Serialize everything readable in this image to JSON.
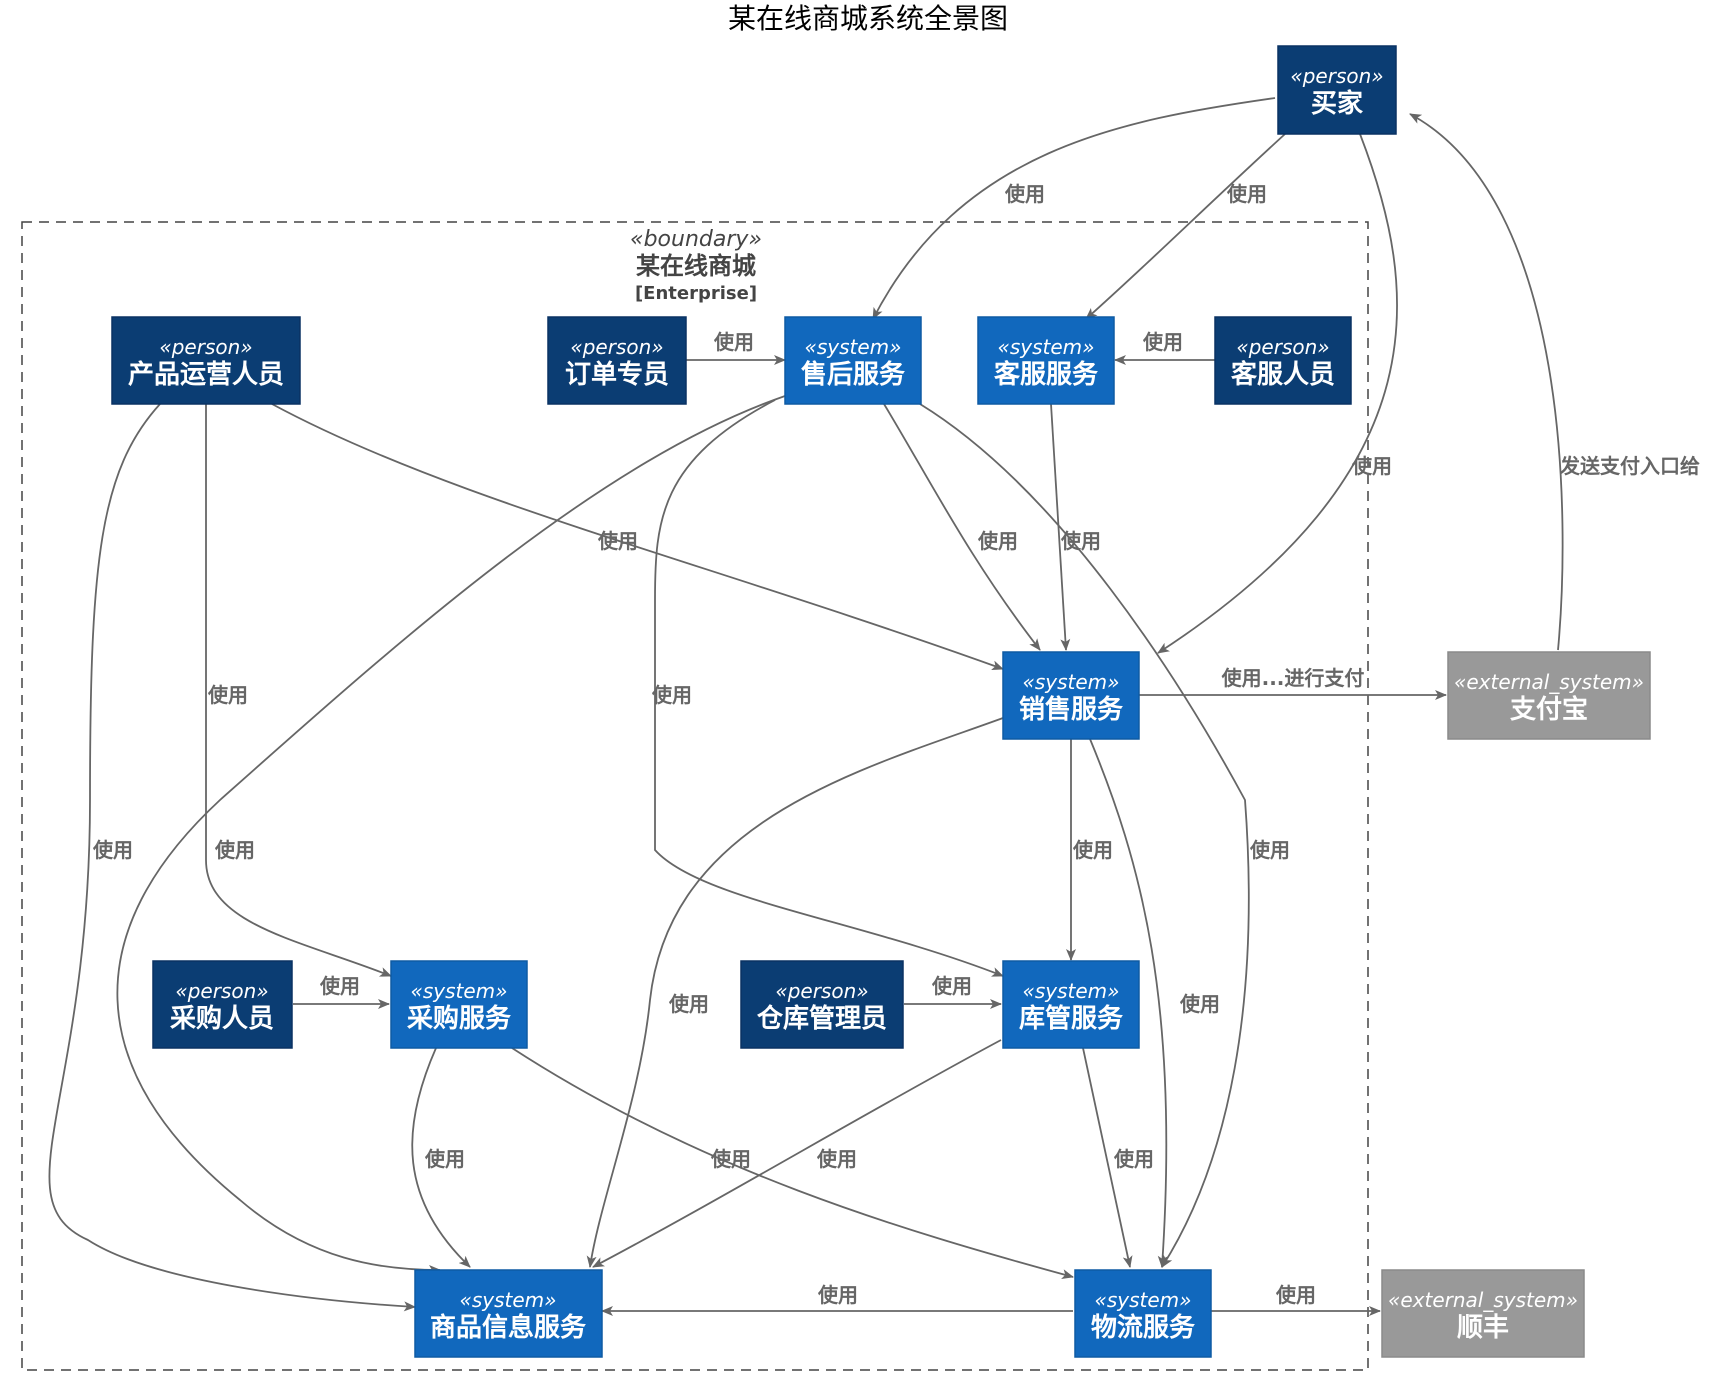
{
  "title": "某在线商城系统全景图",
  "colors": {
    "person": "#0b3d73",
    "system": "#1168bd",
    "external_system": "#999999",
    "edge": "#666666",
    "boundary": "#444444"
  },
  "boundary": {
    "stereotype": "«boundary»",
    "name": "某在线商城",
    "type": "[Enterprise]"
  },
  "nodes": {
    "buyer": {
      "stereotype": "«person»",
      "label": "买家"
    },
    "product_ops": {
      "stereotype": "«person»",
      "label": "产品运营人员"
    },
    "order_specialist": {
      "stereotype": "«person»",
      "label": "订单专员"
    },
    "after_sales": {
      "stereotype": "«system»",
      "label": "售后服务"
    },
    "customer_service_sys": {
      "stereotype": "«system»",
      "label": "客服服务"
    },
    "customer_service_staff": {
      "stereotype": "«person»",
      "label": "客服人员"
    },
    "sales": {
      "stereotype": "«system»",
      "label": "销售服务"
    },
    "alipay": {
      "stereotype": "«external_system»",
      "label": "支付宝"
    },
    "purchaser": {
      "stereotype": "«person»",
      "label": "采购人员"
    },
    "purchasing": {
      "stereotype": "«system»",
      "label": "采购服务"
    },
    "warehouse_admin": {
      "stereotype": "«person»",
      "label": "仓库管理员"
    },
    "inventory": {
      "stereotype": "«system»",
      "label": "库管服务"
    },
    "product_info": {
      "stereotype": "«system»",
      "label": "商品信息服务"
    },
    "logistics": {
      "stereotype": "«system»",
      "label": "物流服务"
    },
    "sf": {
      "stereotype": "«external_system»",
      "label": "顺丰"
    }
  },
  "edges": {
    "buyer_aftersales": "使用",
    "buyer_cssys": "使用",
    "buyer_sales": "使用",
    "alipay_buyer": "发送支付入口给",
    "order_aftersales": "使用",
    "csstaff_cssys": "使用",
    "prodops_sales": "使用",
    "prodops_purchasing": "使用",
    "prodops_productinfo": "使用",
    "aftersales_sales": "使用",
    "cssys_sales": "使用",
    "aftersales_inventory": "使用",
    "aftersales_productinfo": "使用",
    "aftersales_logistics": "使用",
    "sales_alipay": "使用...进行支付",
    "sales_inventory": "使用",
    "sales_productinfo": "使用",
    "sales_logistics": "使用",
    "purchaser_purchasing": "使用",
    "warehouse_inventory": "使用",
    "purchasing_productinfo": "使用",
    "purchasing_logistics": "使用",
    "inventory_productinfo": "使用",
    "inventory_logistics": "使用",
    "logistics_productinfo": "使用",
    "logistics_sf": "使用"
  }
}
